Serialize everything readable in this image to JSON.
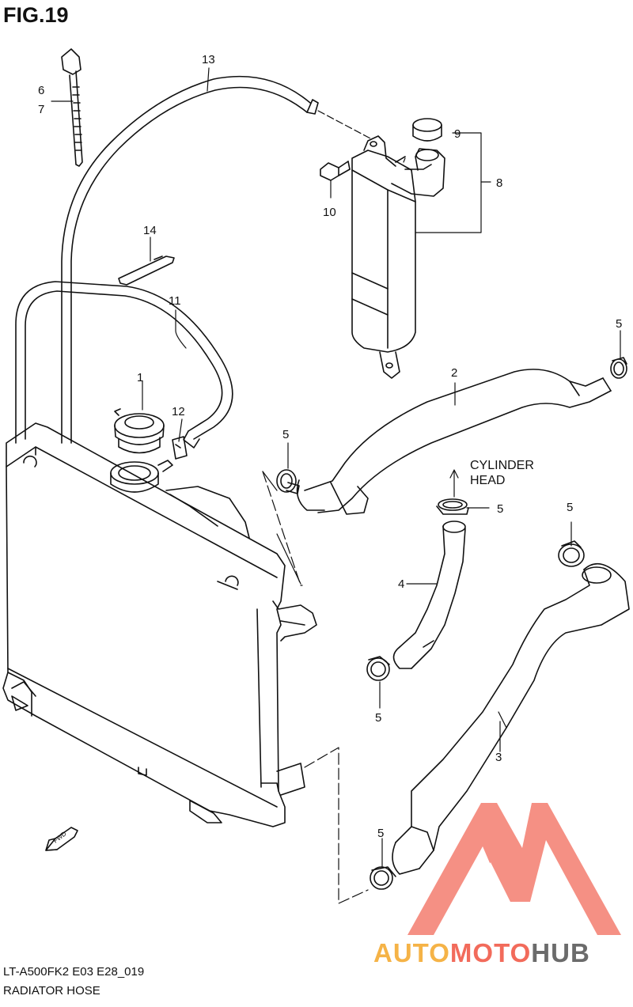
{
  "figure_title": "FIG.19",
  "footer": {
    "model_code": "LT-A500FK2 E03 E28_019",
    "caption": "RADIATOR HOSE"
  },
  "callouts": {
    "c1": "1",
    "c2": "2",
    "c3": "3",
    "c4": "4",
    "c5a": "5",
    "c5b": "5",
    "c5c": "5",
    "c5d": "5",
    "c5e": "5",
    "c5f": "5",
    "c6": "6",
    "c7": "7",
    "c8": "8",
    "c9": "9",
    "c10": "10",
    "c11": "11",
    "c12": "12",
    "c13": "13",
    "c14": "14"
  },
  "annotations": {
    "cylinder_line1": "CYLINDER",
    "cylinder_line2": "HEAD",
    "fwd": "FWD"
  },
  "watermark": {
    "part1": "AUTO",
    "part2": "MOTO",
    "part3": "HUB",
    "color_primary": "#f26b5b",
    "color_secondary": "#f5b347",
    "color_dark": "#6b6b6b"
  }
}
